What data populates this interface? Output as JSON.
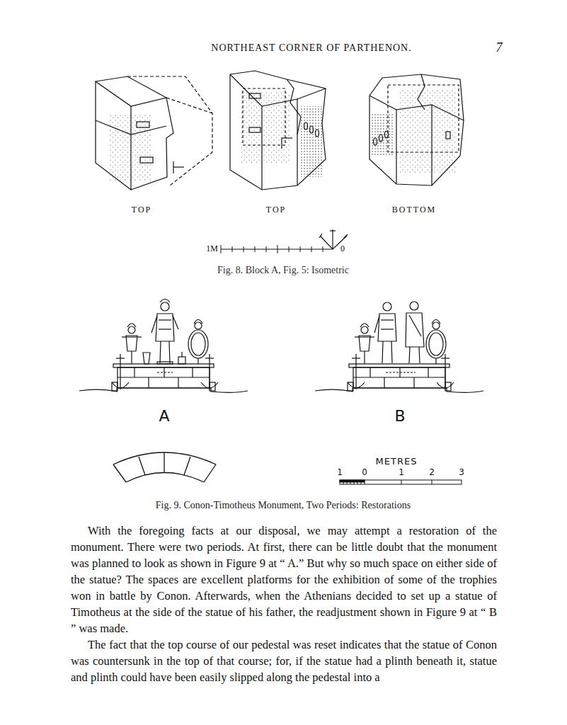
{
  "diagram": {
    "title": "NORTHEAST CORNER OF PARTHENON.",
    "caption": "Fig. 9. Conon-Timotheus Monument, Two Periods: Restorations",
    "labels": [
      "7",
      "TOP",
      "TOP",
      "BOTTOM",
      "1M",
      "0",
      "Fig. 8. Block A, Fig. 5: Isometric",
      "A",
      "B",
      "METRES",
      "1",
      "0",
      "1",
      "2",
      "3",
      "With the foregoing facts at our disposal, we may attempt a restoration of the monument. There were two periods. At first, there can be little doubt that the monument was planned to look as shown in Figure 9 at “ A.” But why so much space on either side of the statue? The spaces are excellent platforms for the exhibition of some of the trophies won in battle by Conon. Afterwards, when the Athenians decided to set up a statue of Timotheus at the side of the statue of his father, the readjustment shown in Figure 9 at “ B ” was made.",
      "The fact that the top course of our pedestal was reset indicates that the statue of Conon was countersunk in the top of that course; for, if the statue had a plinth beneath it, statue and plinth could have been easily slipped along the pedestal into a"
    ]
  }
}
